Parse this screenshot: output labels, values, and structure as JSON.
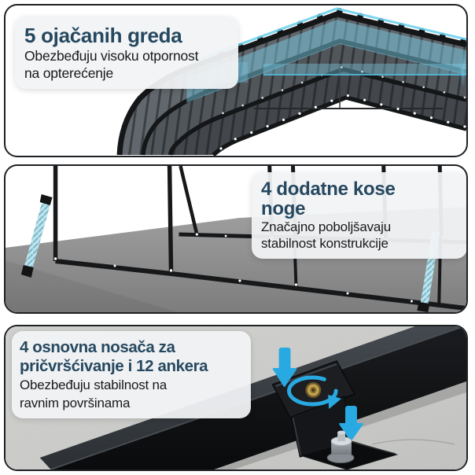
{
  "language": "sr",
  "colors": {
    "heading": "#26485f",
    "body": "#17191a",
    "highlight_cyan": "#a8dcec",
    "arrow_blue": "#29a9e2",
    "frame_black": "#17181a"
  },
  "panels": [
    {
      "id": "reinforced-beams",
      "heading_lines": [
        "5 ojačanih greda"
      ],
      "body_lines": [
        "Obezbeđuju visoku otpornost",
        "na opterećenje"
      ]
    },
    {
      "id": "diagonal-legs",
      "heading_lines": [
        "4 dodatne kose",
        "noge"
      ],
      "body_lines": [
        "Značajno poboljšavaju",
        "stabilnost konstrukcije"
      ]
    },
    {
      "id": "base-anchors",
      "heading_lines": [
        "4 osnovna nosača za",
        "pričvršćivanje i 12 ankera"
      ],
      "body_lines": [
        "Obezbeđuju stabilnost na",
        "ravnim površinama"
      ]
    }
  ]
}
